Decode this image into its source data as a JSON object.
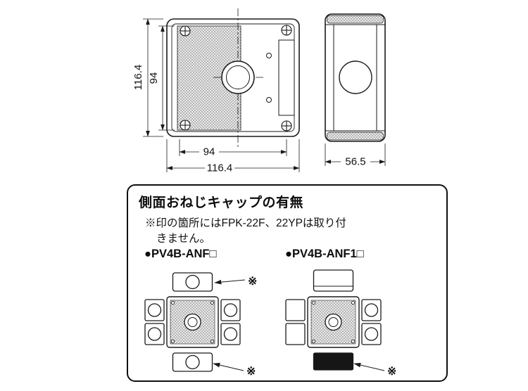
{
  "drawing": {
    "front": {
      "outer_height": "116.4",
      "inner_height": "94",
      "inner_width": "94",
      "outer_width": "116.4"
    },
    "side": {
      "depth": "56.5"
    }
  },
  "panel": {
    "title": "側面おねじキャップの有無",
    "note_line1": "※印の箇所にはFPK-22F、22YPは取り付",
    "note_line2": "きません。",
    "marker": "※",
    "models": [
      {
        "label": "●PV4B-ANF□"
      },
      {
        "label": "●PV4B-ANF1□"
      }
    ]
  },
  "colors": {
    "line": "#1a1a1a",
    "background": "#ffffff",
    "texture_dot": "#4a4a4a",
    "texture_bg": "#e9e9e9",
    "solid_cap": "#161616"
  }
}
